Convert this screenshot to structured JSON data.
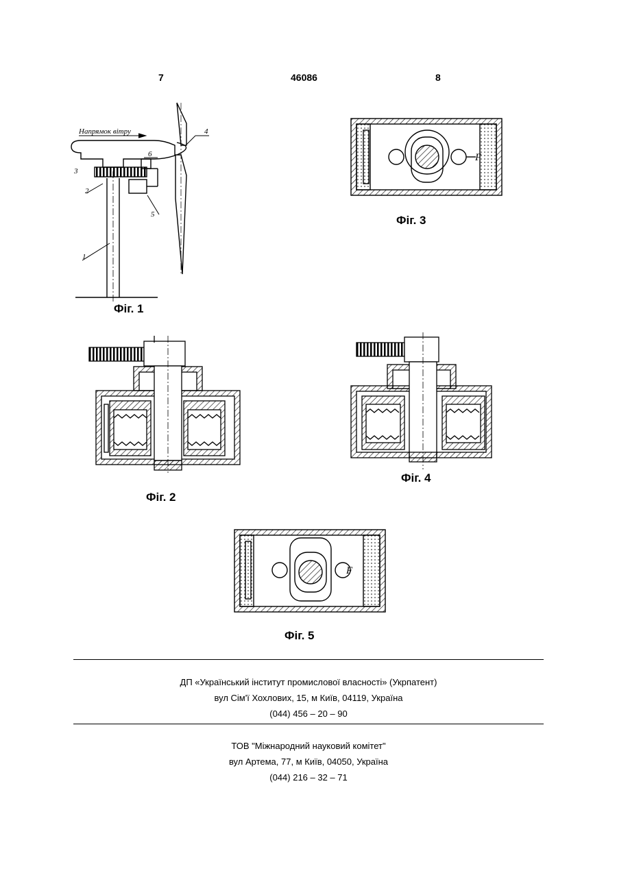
{
  "header": {
    "left_page": "7",
    "patent_no": "46086",
    "right_page": "8"
  },
  "figures": {
    "fig1": {
      "caption": "Фіг. 1",
      "wind_label": "Напрямок вітру",
      "refs": [
        "1",
        "2",
        "3",
        "4",
        "5",
        "6"
      ]
    },
    "fig2": {
      "caption": "Фіг. 2"
    },
    "fig3": {
      "caption": "Фіг. 3"
    },
    "fig4": {
      "caption": "Фіг. 4"
    },
    "fig5": {
      "caption": "Фіг. 5"
    }
  },
  "publisher": {
    "line1": "ДП «Український інститут промислової власності» (Укрпатент)",
    "line2": "вул  Сім'ї Хохлових, 15, м  Київ, 04119, Україна",
    "line3": "(044) 456 – 20 –  90"
  },
  "printer": {
    "line1": "ТОВ \"Міжнародний науковий комітет\"",
    "line2": "вул  Артема, 77, м  Київ, 04050, Україна",
    "line3": "(044) 216 – 32 – 71"
  }
}
